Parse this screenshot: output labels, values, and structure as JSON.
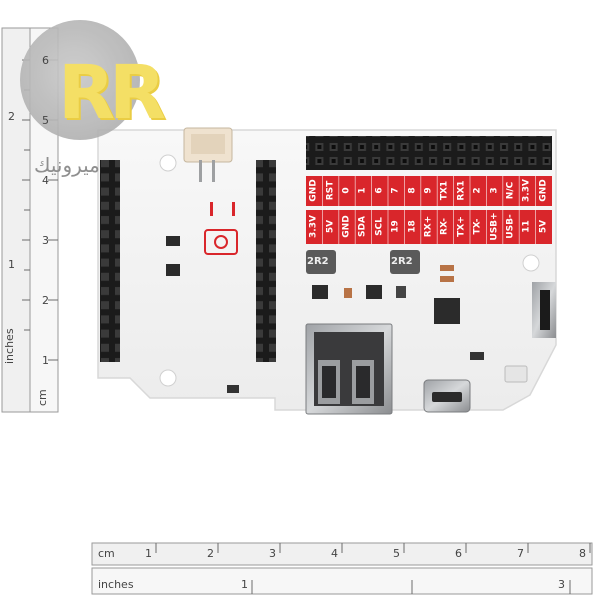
{
  "watermark": {
    "glyph": "RR",
    "text": "ميرونيك"
  },
  "ruler_vertical": {
    "unit_top": "inches",
    "unit_bottom": "cm",
    "inch_ticks": [
      "1",
      "2"
    ],
    "cm_ticks": [
      "1",
      "2",
      "3",
      "4",
      "5",
      "6"
    ]
  },
  "ruler_horizontal": {
    "unit_cm": "cm",
    "unit_in": "inches",
    "cm_ticks": [
      "1",
      "2",
      "3",
      "4",
      "5",
      "6",
      "7",
      "8"
    ],
    "inch_ticks": [
      "1",
      "3"
    ]
  },
  "header_labels_top": [
    "GND",
    "RST",
    "0",
    "1",
    "6",
    "7",
    "8",
    "9",
    "TX1",
    "RX1",
    "2",
    "3",
    "N/C",
    "3.3V",
    "GND"
  ],
  "header_labels_bottom": [
    "3.3V",
    "5V",
    "GND",
    "SDA",
    "SCL",
    "19",
    "18",
    "RX+",
    "RX-",
    "TX+",
    "TX-",
    "USB+",
    "USB-",
    "11",
    "5V"
  ],
  "inductor_left": "2R2",
  "inductor_right": "2R2",
  "colors": {
    "pcb": "#f3f3f3",
    "silk_red": "#d9262b",
    "header_black": "#1b1b1b",
    "metal": "#b9bbbd",
    "logo_yellow": "#f3dc55"
  }
}
